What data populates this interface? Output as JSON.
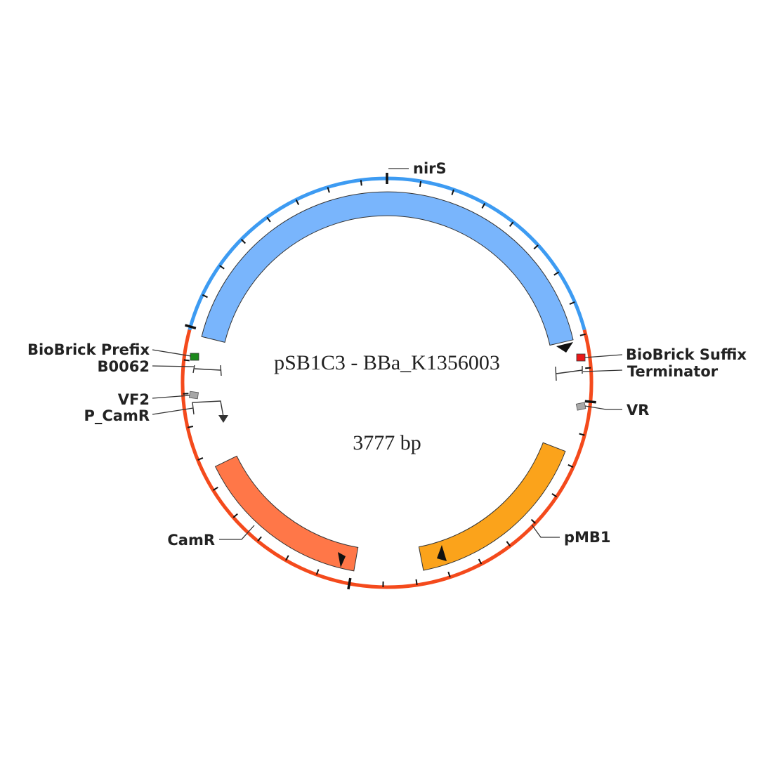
{
  "title": "pSB1C3 - BBa_K1356003",
  "length_label": "3777 bp",
  "backbone_colors": {
    "insert": "#3d9bf2",
    "vector": "#f44a1c"
  },
  "features": [
    {
      "id": "nirS",
      "label": "nirS",
      "kind": "cds",
      "color": "#79b5fc"
    },
    {
      "id": "biobrick-prefix",
      "label": "BioBrick Prefix",
      "kind": "site",
      "color": "#1c8a1c"
    },
    {
      "id": "b0062",
      "label": "B0062",
      "kind": "terminator"
    },
    {
      "id": "vf2",
      "label": "VF2",
      "kind": "primer",
      "color": "#a8a8a8"
    },
    {
      "id": "p-camr",
      "label": "P_CamR",
      "kind": "promoter"
    },
    {
      "id": "camr",
      "label": "CamR",
      "kind": "cds",
      "color": "#ff7748"
    },
    {
      "id": "biobrick-suffix",
      "label": "BioBrick Suffix",
      "kind": "site",
      "color": "#e81818"
    },
    {
      "id": "terminator",
      "label": "Terminator",
      "kind": "terminator"
    },
    {
      "id": "vr",
      "label": "VR",
      "kind": "primer",
      "color": "#a8a8a8"
    },
    {
      "id": "pmb1",
      "label": "pMB1",
      "kind": "origin",
      "color": "#fba31b"
    }
  ]
}
